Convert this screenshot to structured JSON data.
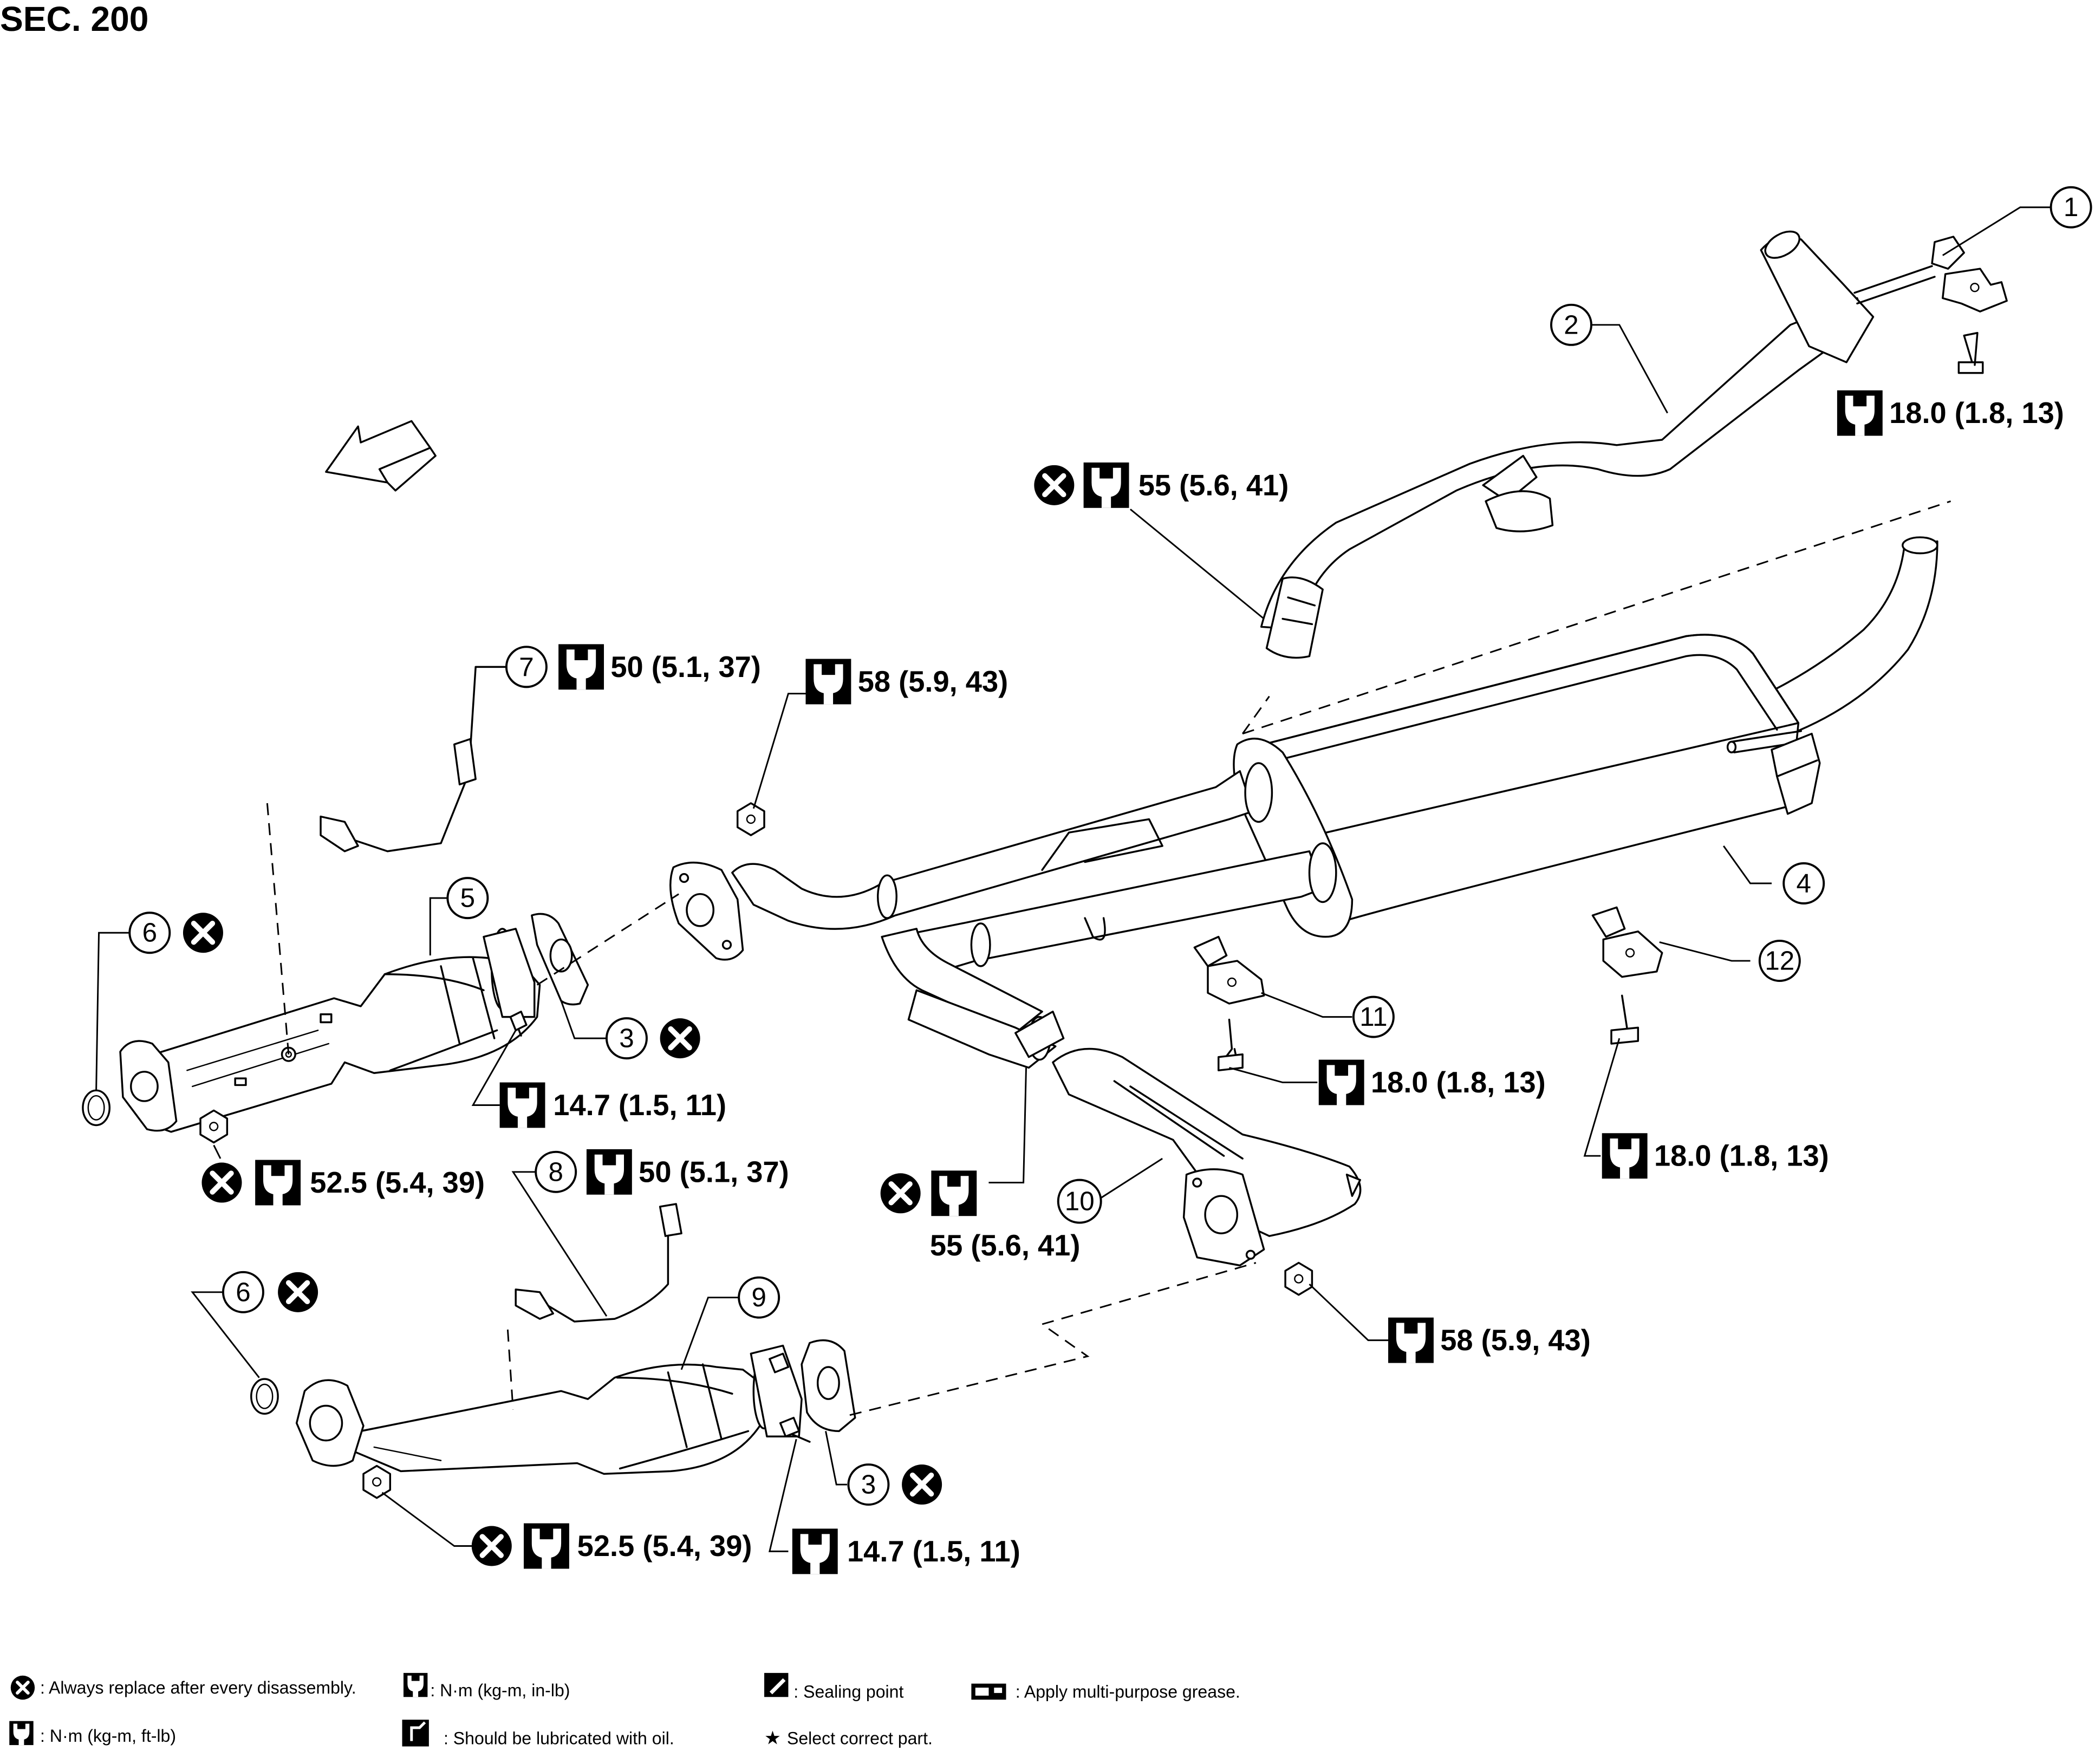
{
  "title": "SEC. 200",
  "callouts": {
    "c1": "1",
    "c2": "2",
    "c3a": "3",
    "c3b": "3",
    "c4": "4",
    "c5": "5",
    "c6a": "6",
    "c6b": "6",
    "c7": "7",
    "c8": "8",
    "c9": "9",
    "c10": "10",
    "c11": "11",
    "c12": "12"
  },
  "torques": {
    "t1": "18.0 (1.8, 13)",
    "t2": "55 (5.6, 41)",
    "t7": "50 (5.1, 37)",
    "t58a": "58 (5.9, 43)",
    "t11": "18.0 (1.8, 13)",
    "t12": "18.0 (1.8, 13)",
    "t147a": "14.7 (1.5, 11)",
    "t525a": "52.5 (5.4, 39)",
    "t8": "50 (5.1, 37)",
    "t10": "55 (5.6, 41)",
    "t58b": "58 (5.9, 43)",
    "t525b": "52.5 (5.4, 39)",
    "t147b": "14.7 (1.5, 11)"
  },
  "legend": {
    "replace": ": Always replace after every disassembly.",
    "nm_in": ": N·m (kg-m, in-lb)",
    "sealing": ": Sealing point",
    "grease": ": Apply multi-purpose grease.",
    "nm_ft": ": N·m (kg-m, ft-lb)",
    "oil": ": Should be lubricated with oil.",
    "star": "Select correct part."
  }
}
